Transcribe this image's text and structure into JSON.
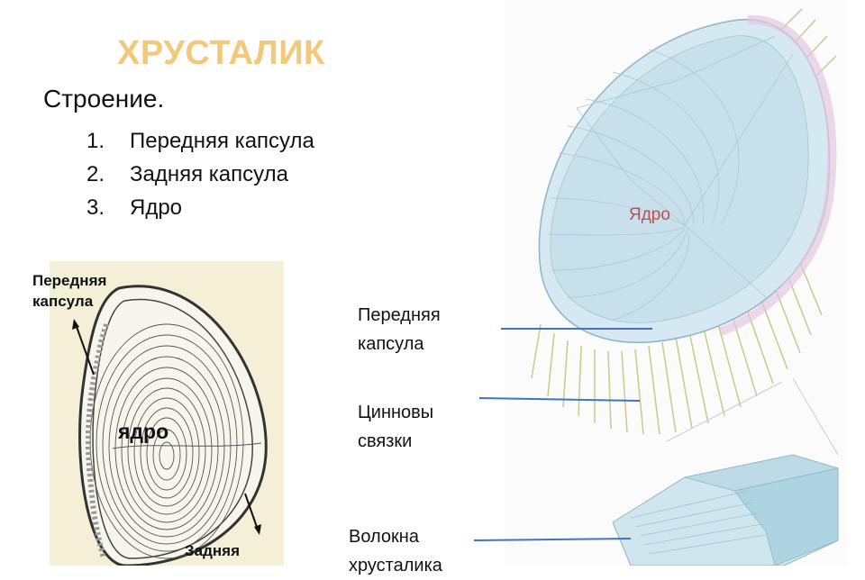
{
  "title": "ХРУСТАЛИК",
  "subtitle": "Строение.",
  "structure_list": [
    {
      "num": "1.",
      "text": "Передняя капсула"
    },
    {
      "num": "2.",
      "text": "Задняя капсула"
    },
    {
      "num": "3.",
      "text": "Ядро"
    }
  ],
  "left_figure": {
    "label_anterior_line1": "Передняя",
    "label_anterior_line2": "капсула",
    "label_nucleus": "ядро",
    "label_posterior": "Задняя"
  },
  "right_figure": {
    "label_nucleus": "Ядро",
    "label_anterior_line1": "Передняя",
    "label_anterior_line2": "капсула",
    "label_zonules_line1": "Цинновы",
    "label_zonules_line2": "связки",
    "label_fibers_line1": "Волокна",
    "label_fibers_line2": "хрусталика"
  },
  "colors": {
    "title": "#f2c97a",
    "pointer_line": "#4472c4",
    "right_nucleus_label": "#c0504d"
  }
}
